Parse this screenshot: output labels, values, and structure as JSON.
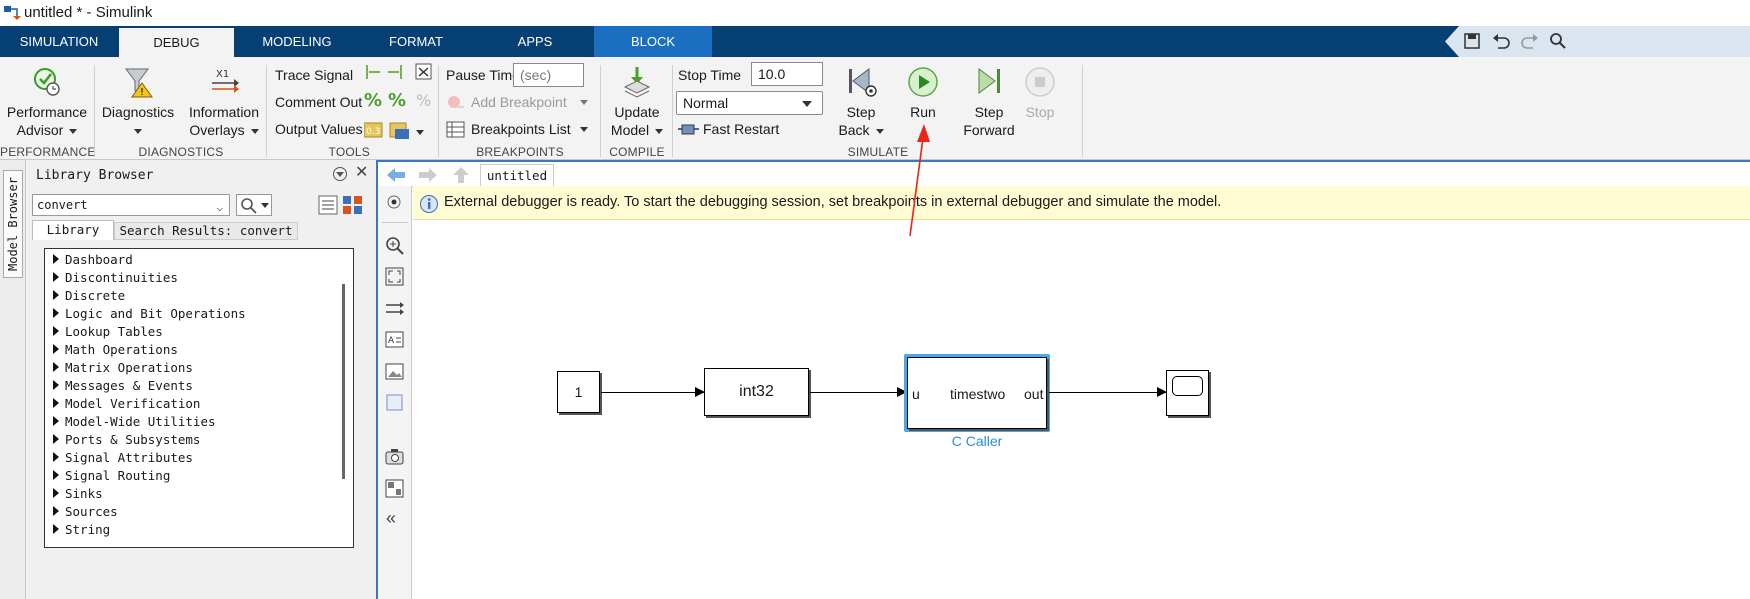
{
  "window": {
    "title": "untitled * - Simulink"
  },
  "tabs": [
    {
      "label": "SIMULATION"
    },
    {
      "label": "DEBUG"
    },
    {
      "label": "MODELING"
    },
    {
      "label": "FORMAT"
    },
    {
      "label": "APPS"
    },
    {
      "label": "BLOCK"
    }
  ],
  "toolstrip": {
    "performance": {
      "button_line1": "Performance",
      "button_line2": "Advisor",
      "section": "PERFORMANCE"
    },
    "diagnostics": {
      "diag_label": "Diagnostics",
      "info_line1": "Information",
      "info_line2": "Overlays",
      "section": "DIAGNOSTICS"
    },
    "tools": {
      "trace_signal": "Trace Signal",
      "comment_out": "Comment Out",
      "output_values": "Output Values",
      "section": "TOOLS"
    },
    "breakpoints": {
      "pause_time": "Pause Time",
      "pause_placeholder": "(sec)",
      "add_breakpoint": "Add Breakpoint",
      "breakpoints_list": "Breakpoints List",
      "section": "BREAKPOINTS"
    },
    "compile": {
      "update_line1": "Update",
      "update_line2": "Model",
      "section": "COMPILE"
    },
    "simulate": {
      "stop_time_label": "Stop Time",
      "stop_time_value": "10.0",
      "mode": "Normal",
      "fast_restart": "Fast Restart",
      "step_back_1": "Step",
      "step_back_2": "Back",
      "run": "Run",
      "step_fwd_1": "Step",
      "step_fwd_2": "Forward",
      "stop": "Stop",
      "section": "SIMULATE"
    }
  },
  "model_browser": {
    "label": "Model Browser"
  },
  "library": {
    "title": "Library Browser",
    "search_value": "convert",
    "tabs": [
      {
        "label": "Library"
      },
      {
        "label": "Search Results: convert"
      }
    ],
    "items": [
      {
        "label": "Dashboard"
      },
      {
        "label": "Discontinuities"
      },
      {
        "label": "Discrete"
      },
      {
        "label": "Logic and Bit Operations"
      },
      {
        "label": "Lookup Tables"
      },
      {
        "label": "Math Operations"
      },
      {
        "label": "Matrix Operations"
      },
      {
        "label": "Messages & Events"
      },
      {
        "label": "Model Verification"
      },
      {
        "label": "Model-Wide Utilities"
      },
      {
        "label": "Ports & Subsystems"
      },
      {
        "label": "Signal Attributes"
      },
      {
        "label": "Signal Routing"
      },
      {
        "label": "Sinks"
      },
      {
        "label": "Sources"
      },
      {
        "label": "String"
      }
    ]
  },
  "editor": {
    "tab": "untitled",
    "banner": "External debugger is ready. To start the debugging session, set breakpoints in external debugger and simulate the model.",
    "blocks": {
      "constant_value": "1",
      "convert_label": "int32",
      "ccaller_in": "u",
      "ccaller_func": "timestwo",
      "ccaller_out": "out",
      "ccaller_name": "C Caller"
    }
  },
  "colors": {
    "ribbon": "#063f73",
    "block_tab": "#1b6fc0",
    "selection": "#2a8be0",
    "annotation_arrow": "#e8241b",
    "banner_bg": "#fffbd2"
  }
}
